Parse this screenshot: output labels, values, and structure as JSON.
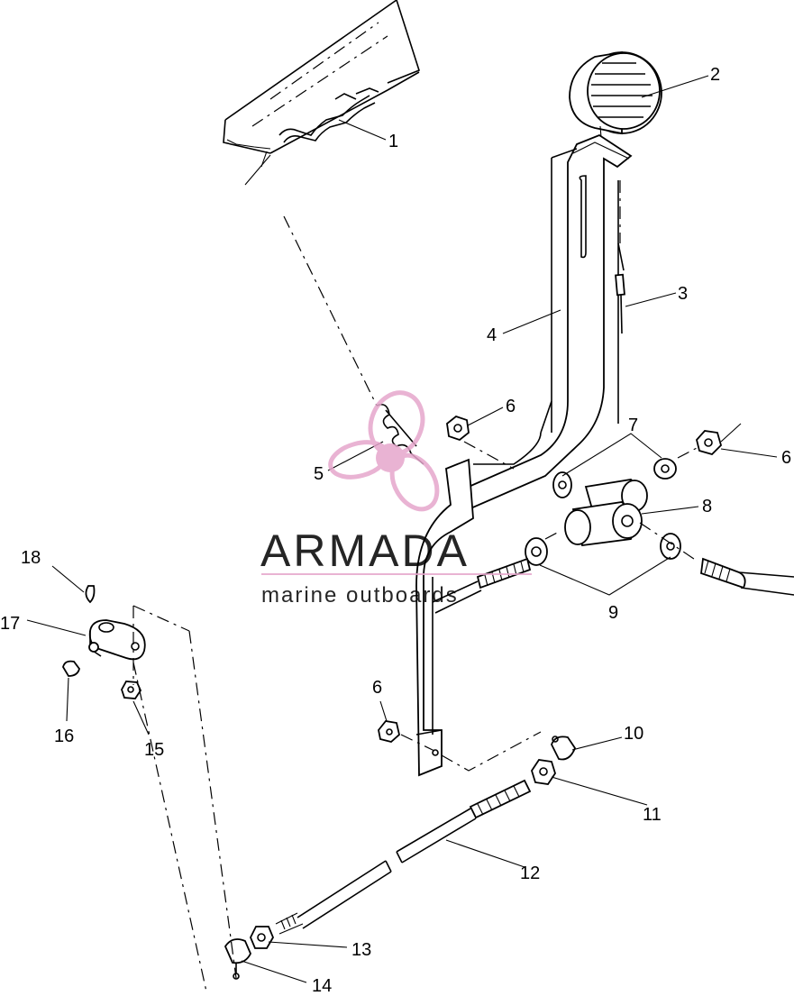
{
  "callouts": {
    "c1": "1",
    "c2": "2",
    "c3": "3",
    "c4": "4",
    "c5": "5",
    "c6a": "6",
    "c6b": "6",
    "c6c": "6",
    "c7": "7",
    "c8": "8",
    "c9": "9",
    "c10": "10",
    "c11": "11",
    "c12": "12",
    "c13": "13",
    "c14": "14",
    "c15": "15",
    "c16": "16",
    "c17": "17",
    "c18": "18"
  },
  "watermark": {
    "brand": "ARMADA",
    "tagline": "marine outboards",
    "brand_color": "#6d6d6d",
    "logo_color": "#e6a6cc"
  }
}
